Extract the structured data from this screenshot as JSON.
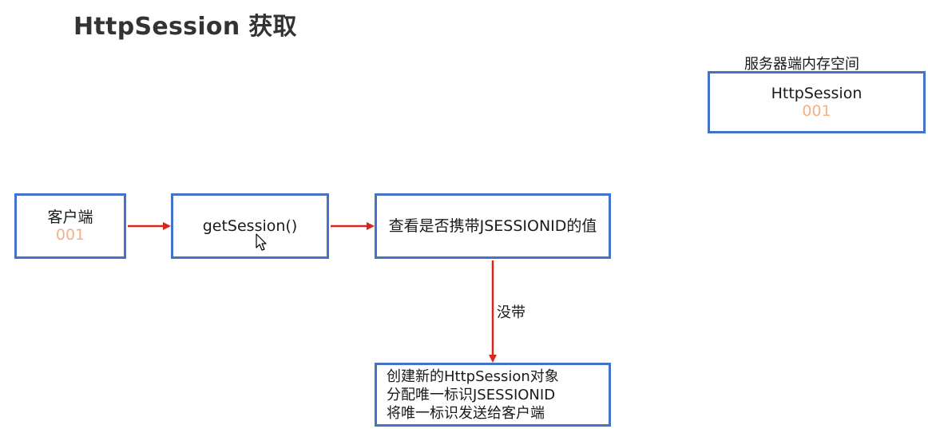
{
  "title": "HttpSession 获取",
  "memory": {
    "caption": "服务器端内存空间",
    "name": "HttpSession",
    "id": "001"
  },
  "client": {
    "label": "客户端",
    "id": "001"
  },
  "get_session": {
    "label": "getSession()"
  },
  "check": {
    "label": "查看是否携带JSESSIONID的值"
  },
  "edge_label": "没带",
  "create": {
    "lines": [
      "创建新的HttpSession对象",
      "分配唯一标识JSESSIONID",
      "将唯一标识发送给客户端"
    ]
  },
  "colors": {
    "box_border": "#4472C4",
    "arrow": "#D9261C",
    "id_text": "#F4B183"
  }
}
